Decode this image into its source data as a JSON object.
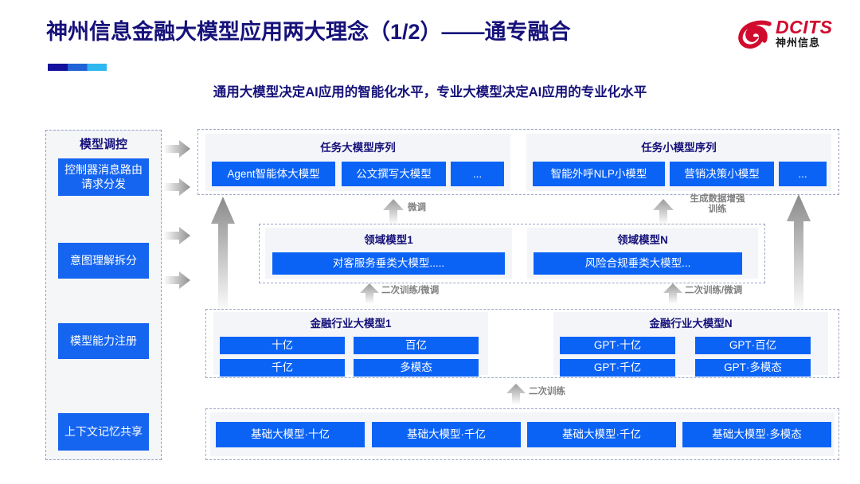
{
  "header": {
    "title": "神州信息金融大模型应用两大理念（1/2）——通专融合",
    "subtitle": "通用大模型决定AI应用的智能化水平，专业大模型决定AI应用的专业化水平",
    "logo": {
      "name": "DCITS",
      "sub": "神州信息",
      "mark": "dcits-swirl-icon",
      "color": "#d10b2e"
    }
  },
  "sidebar": {
    "title": "模型调控",
    "items": [
      {
        "label": "控制器消息路由请求分发"
      },
      {
        "label": "意图理解拆分"
      },
      {
        "label": "模型能力注册"
      },
      {
        "label": "上下文记忆共享"
      }
    ]
  },
  "task_row": {
    "left": {
      "title": "任务大模型序列",
      "items": [
        "Agent智能体大模型",
        "公文撰写大模型",
        "..."
      ]
    },
    "right": {
      "title": "任务小模型序列",
      "items": [
        "智能外呼NLP小模型",
        "营销决策小模型",
        "..."
      ]
    }
  },
  "domain_row": {
    "left": {
      "title": "领域模型1",
      "items": [
        "对客服务垂类大模型....."
      ]
    },
    "right": {
      "title": "领域模型N",
      "items": [
        "风险合规垂类大模型..."
      ]
    }
  },
  "industry_row": {
    "left": {
      "title": "金融行业大模型1",
      "items": [
        "十亿",
        "百亿",
        "千亿",
        "多模态"
      ]
    },
    "right": {
      "title": "金融行业大模型N",
      "items": [
        "GPT·十亿",
        "GPT·百亿",
        "GPT·千亿",
        "GPT·多模态"
      ]
    }
  },
  "base_row": {
    "items": [
      "基础大模型·十亿",
      "基础大模型·千亿",
      "基础大模型·千亿",
      "基础大模型·多模态"
    ]
  },
  "arrow_labels": {
    "fine_tune": "微调",
    "data_aug": "生成数据增强\n训练",
    "data_aug_line1": "生成数据增强",
    "data_aug_line2": "训练",
    "retrain_tune_left": "二次训练/微调",
    "retrain_tune_right": "二次训练/微调",
    "retrain": "二次训练"
  },
  "colors": {
    "blue": "#0b63f6",
    "navy": "#16127a",
    "red": "#d10b2e",
    "arrow_gray": "#a8a8a8"
  }
}
